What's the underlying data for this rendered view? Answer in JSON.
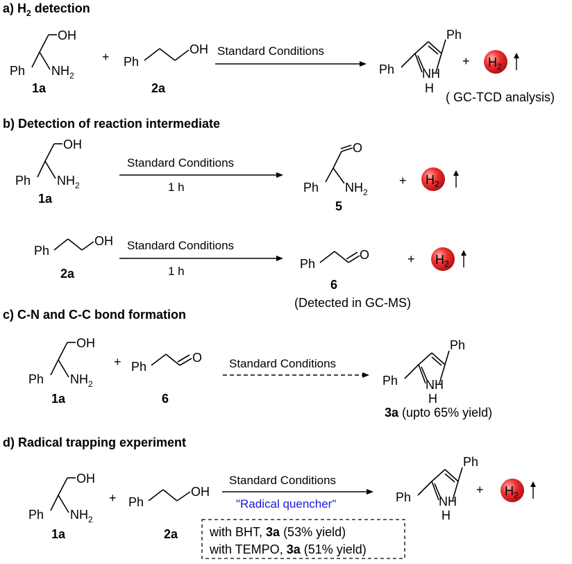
{
  "sections": {
    "a": {
      "title_main": "a) H",
      "title_sub": "2",
      "title_rest": " detection"
    },
    "b": {
      "title": "b) Detection of reaction intermediate"
    },
    "c": {
      "title": "c) C-N and C-C bond formation"
    },
    "d": {
      "title": "d) Radical trapping experiment"
    }
  },
  "atoms": {
    "OH": "OH",
    "Ph": "Ph",
    "NH": "NH",
    "two": "2",
    "H": "H",
    "O": "O",
    "plus": "+"
  },
  "labels": {
    "c1a": "1a",
    "c2a": "2a",
    "c5": "5",
    "c6": "6",
    "c3a": "3a"
  },
  "h2": {
    "main": "H",
    "sub": "2",
    "color": "#e8242a"
  },
  "conditions": {
    "standard": "Standard Conditions",
    "time": "1 h",
    "gc_tcd": "( GC-TCD analysis)",
    "gc_ms": "(Detected in GC-MS)",
    "yield_c": " (upto 65% yield)",
    "radical_quencher": "\"Radical quencher\"",
    "bht_pre": "with BHT, ",
    "bht_post": " (53% yield)",
    "tempo_pre": "with TEMPO, ",
    "tempo_post": " (51% yield)"
  },
  "colors": {
    "quencher": "#1a1adb",
    "h2_ball": "#e8242a"
  }
}
